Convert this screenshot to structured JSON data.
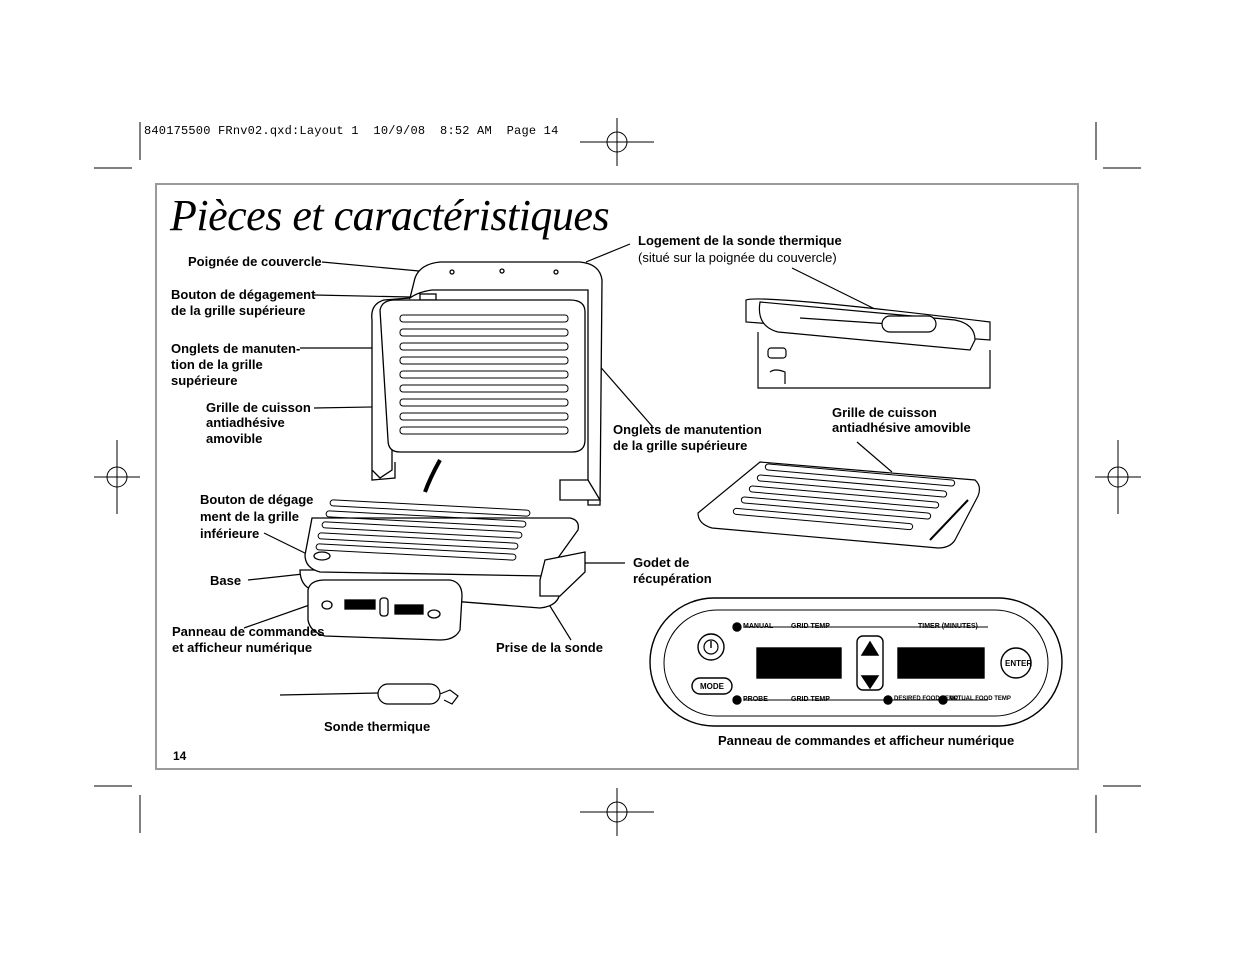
{
  "slug": "840175500 FRnv02.qxd:Layout 1  10/9/08  8:52 AM  Page 14",
  "title": "Pièces et caractéristiques",
  "page_number": "14",
  "labels": {
    "lid_handle": "Poignée de couvercle",
    "upper_release_1": "Bouton de dégagement",
    "upper_release_2": "de la grille supérieure",
    "handling_tabs_left_1": "Onglets de manuten-",
    "handling_tabs_left_2": "tion de la grille",
    "handling_tabs_left_3": "supérieure",
    "grid_left_1": "Grille de cuisson",
    "grid_left_2": "antiadhésive",
    "grid_left_3": "amovible",
    "lower_release_1": "Bouton de dégage",
    "lower_release_2": "ment de la grille",
    "lower_release_3": "inférieure",
    "base": "Base",
    "control_panel_left_1": "Panneau de commandes",
    "control_panel_left_2": "et afficheur numérique",
    "probe": "Sonde thermique",
    "probe_jack": "Prise de la sonde",
    "drip_tray_1": "Godet de",
    "drip_tray_2": "récupération",
    "handling_tabs_right_1": "Onglets de manutention",
    "handling_tabs_right_2": "de la grille supérieure",
    "grid_right_1": "Grille de cuisson",
    "grid_right_2": "antiadhésive amovible",
    "probe_storage_1": "Logement de la sonde thermique",
    "probe_storage_2": "(situé sur la poignée du couvercle)",
    "control_panel_caption": "Panneau de commandes et afficheur numérique"
  },
  "panel": {
    "manual": "MANUAL",
    "grid_temp": "GRID TEMP",
    "timer": "TIMER (MINUTES)",
    "probe": "PROBE",
    "desired_food_temp": "DESIRED FOOD TEMP",
    "actual_food_temp": "ACTUAL FOOD TEMP",
    "mode": "MODE",
    "enter": "ENTER"
  }
}
